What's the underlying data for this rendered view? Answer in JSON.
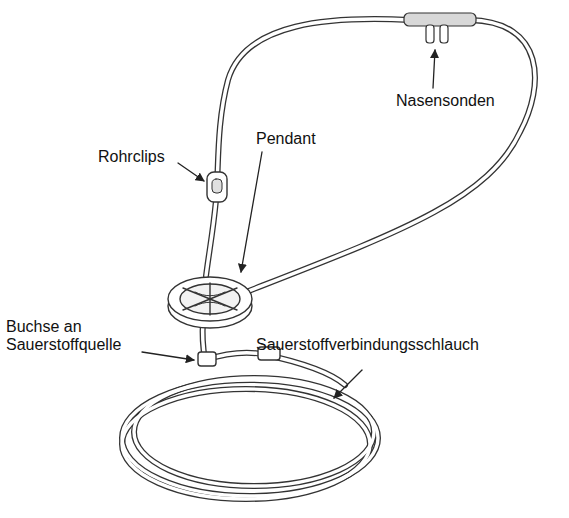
{
  "diagram": {
    "labels": [
      "Nasensonden",
      "Rohrclips",
      "Pendant",
      "Buchse an Sauerstoffquelle",
      "Sauerstoffverbindungsschlauch"
    ]
  }
}
